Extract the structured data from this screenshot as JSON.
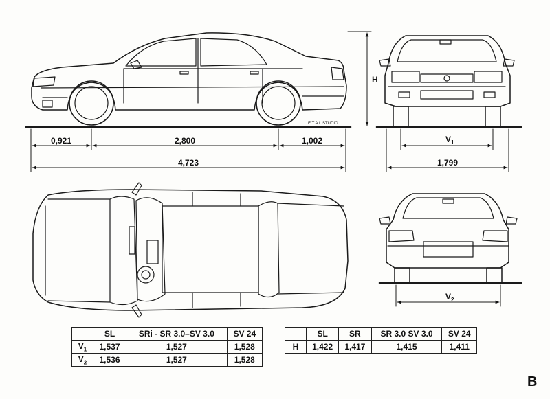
{
  "studio_credit": "E.T.A.I. STUDIO",
  "side_view": {
    "dimensions": {
      "front_overhang": "0,921",
      "wheelbase": "2,800",
      "rear_overhang": "1,002",
      "length": "4,723"
    }
  },
  "front_view": {
    "height_label": "H",
    "track_label": "V",
    "track_sub": "1",
    "width": "1,799"
  },
  "rear_view": {
    "track_label": "V",
    "track_sub": "2"
  },
  "track_table": {
    "headers": [
      "SL",
      "SRi  -  SR 3.0–SV 3.0",
      "SV 24"
    ],
    "rows": [
      {
        "label": "V",
        "sub": "1",
        "values": [
          "1,537",
          "1,527",
          "1,528"
        ]
      },
      {
        "label": "V",
        "sub": "2",
        "values": [
          "1,536",
          "1,527",
          "1,528"
        ]
      }
    ]
  },
  "height_table": {
    "headers": [
      "SL",
      "SR",
      "SR 3.0   SV 3.0",
      "SV 24"
    ],
    "row": {
      "label": "H",
      "values": [
        "1,422",
        "1,417",
        "1,415",
        "1,411"
      ]
    }
  },
  "page_letter": "B"
}
